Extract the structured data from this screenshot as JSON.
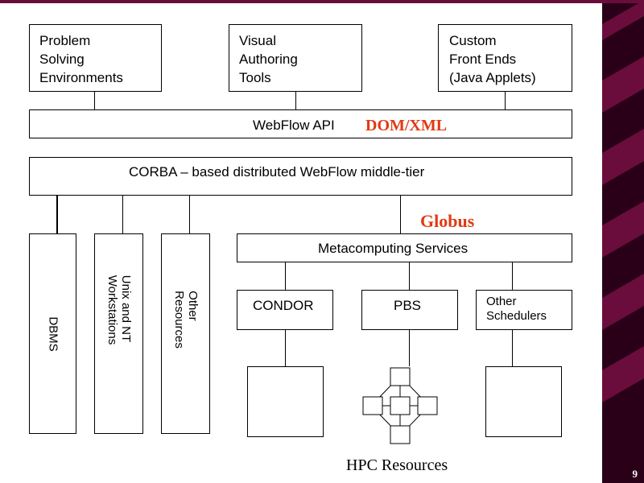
{
  "top_boxes": {
    "problem_solving": "Problem\nSolving\nEnvironments",
    "visual_authoring": "Visual\nAuthoring\nTools",
    "custom_front_ends": "Custom\nFront Ends\n(Java Applets)"
  },
  "webflow_api": "WebFlow API",
  "dom_xml": "DOM/XML",
  "corba": "CORBA – based distributed WebFlow middle-tier",
  "globus": "Globus",
  "side_boxes": {
    "dbms": "DBMS",
    "unix_nt": "Unix and NT\nWorkstations",
    "other_resources": "Other\nResources"
  },
  "metacomputing": "Metacomputing Services",
  "schedulers": {
    "condor": "CONDOR",
    "pbs": "PBS",
    "other": "Other\nSchedulers"
  },
  "hpc_resources": "HPC Resources",
  "page_number": "9",
  "colors": {
    "accent_red": "#e03a12",
    "background": "#2a0018",
    "stripe": "#6b0f3e"
  }
}
